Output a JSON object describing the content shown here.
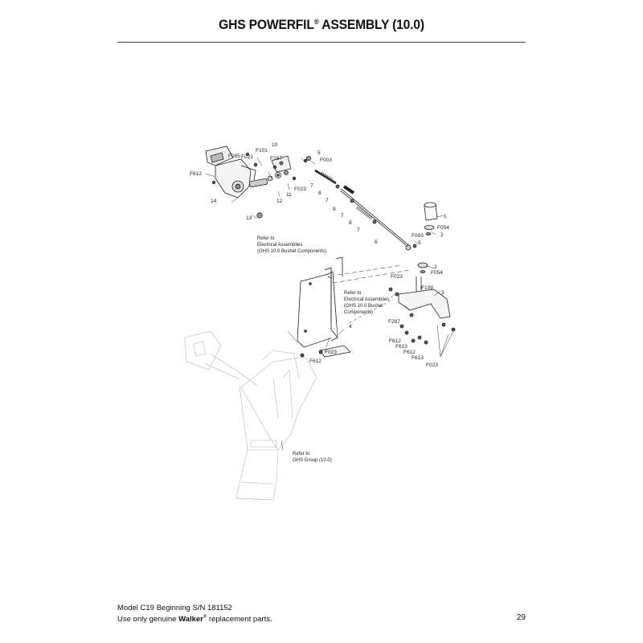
{
  "header": {
    "title_main": "GHS POWERFIL",
    "title_reg": "®",
    "title_rest": " ASSEMBLY (10.0)"
  },
  "callouts": {
    "c_f085": "F085",
    "c_f023_a": "F023",
    "c_f101": "F101",
    "c_10": "10",
    "c_5a": "5",
    "c_f287_a": "F287",
    "c_f003_a": "F003",
    "c_f612_a": "F612",
    "c_14": "14",
    "c_13": "13",
    "c_12": "12",
    "c_11": "11",
    "c_f023_b": "F023",
    "c_7a": "7",
    "c_8a": "8",
    "c_7b": "7",
    "c_9": "9",
    "c_7c": "7",
    "c_8b": "8",
    "c_7d": "7",
    "c_6": "6",
    "c_1": "1",
    "c_f054_a": "F054",
    "c_2a": "2",
    "c_f003_b": "F003",
    "c_5b": "5",
    "c_2b": "2",
    "c_f054_b": "F054",
    "c_f023_c": "F023",
    "c_f109": "F109",
    "c_3": "3",
    "c_4": "4",
    "c_f287_b": "F287",
    "c_f023_d": "F023",
    "c_f612_b": "F612",
    "c_f612_c": "F612",
    "c_f613_a": "F613",
    "c_f612_d": "F612",
    "c_f613_b": "F613",
    "c_f023_e": "F023"
  },
  "notes": {
    "n1_l1": "Refer to",
    "n1_l2": "Electrical Assemblies",
    "n1_l3": "(GHS 10.0 Bushel Components)",
    "n2_l1": "Refer to",
    "n2_l2": "Electrical Assemblies",
    "n2_l3": "(GHS 10.0 Bushel",
    "n2_l4": "Components)",
    "n3_l1": "Refer to",
    "n3_l2": "GHS Group (10.0)"
  },
  "footer": {
    "line1": "Model C19 Beginning S/N 181152",
    "line2_pre": "Use only genuine ",
    "line2_brand": "Walker",
    "line2_reg": "®",
    "line2_post": " replacement parts.",
    "page_number": "29"
  }
}
